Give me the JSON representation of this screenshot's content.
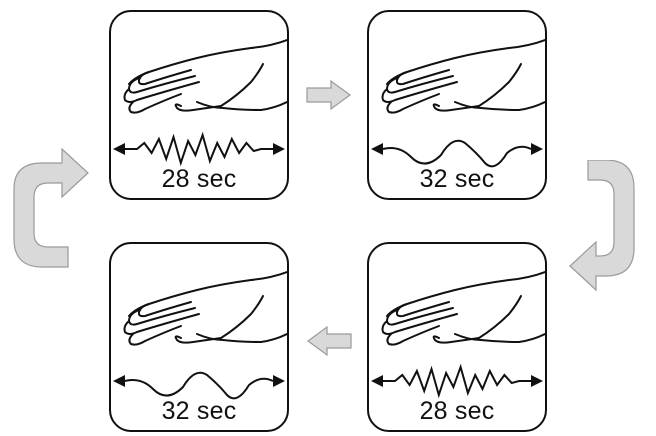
{
  "panels": [
    {
      "id": "top-left",
      "duration": "28 sec",
      "signal": "fast"
    },
    {
      "id": "top-right",
      "duration": "32 sec",
      "signal": "slow"
    },
    {
      "id": "bottom-right",
      "duration": "28 sec",
      "signal": "fast"
    },
    {
      "id": "bottom-left",
      "duration": "32 sec",
      "signal": "slow"
    }
  ],
  "colors": {
    "outline": "#111111",
    "arrow_fill": "#d9d9d9",
    "arrow_stroke": "#9a9a9a"
  },
  "icons": [
    "hand-icon",
    "double-headed-arrow-icon",
    "flow-arrow-icon"
  ]
}
